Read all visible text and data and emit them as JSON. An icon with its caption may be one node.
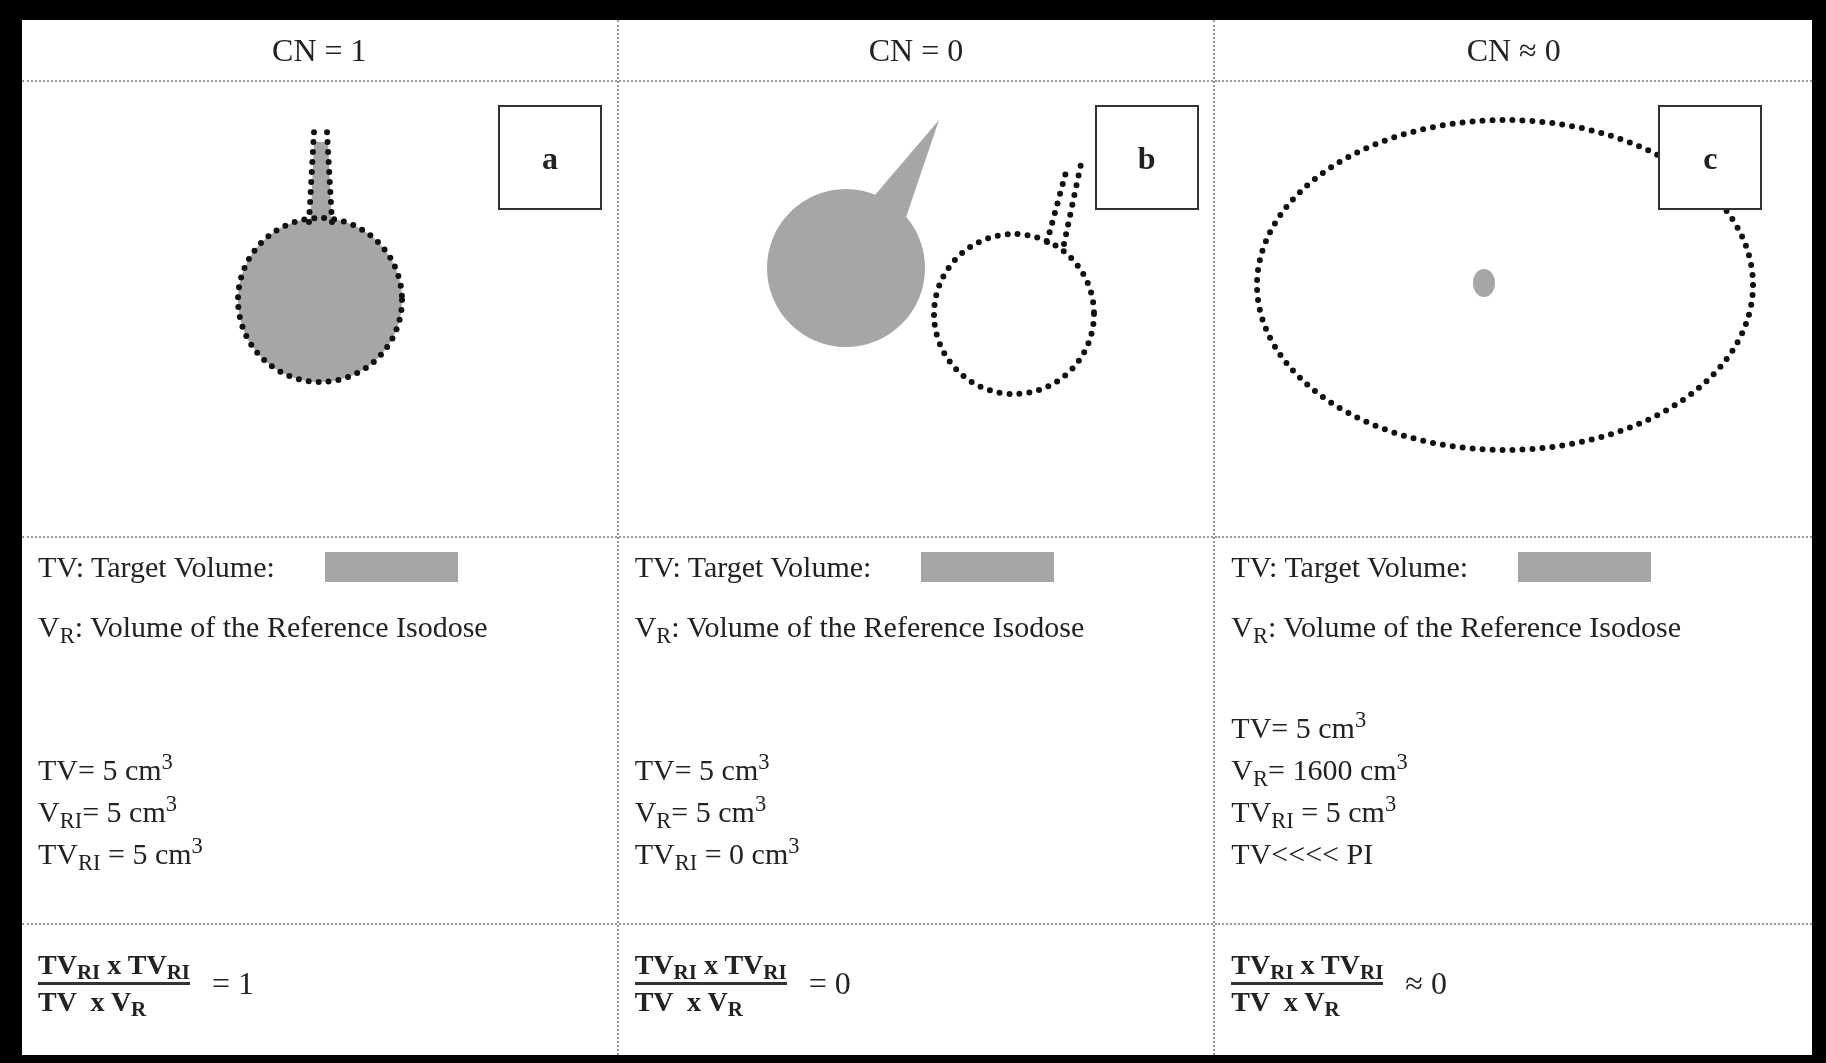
{
  "diagram": {
    "nodes": [
      {
        "text": [
          "a"
        ]
      },
      {
        "text": [
          "b"
        ]
      },
      {
        "text": [
          "c"
        ]
      }
    ],
    "labels": [
      "CN = 1",
      "CN = 0",
      "CN ≈ 0",
      "V$_{R}$: Volume of the Reference Isodose",
      "TV= 5 cm$^{3}$",
      "V$_{RI}$= 5 cm$^{3}$",
      "TV$_{RI}$ = 5 cm$^{3}$",
      "TV$_{RI}$ x TV$_{RI}$",
      "TV  x V$_{R}$",
      "= 1",
      "V$_{R}$: Volume of the Reference Isodose",
      "TV= 5 cm$^{3}$",
      "V$_{R}$= 5 cm$^{3}$",
      "TV$_{RI}$ = 0 cm$^{3}$",
      "TV$_{RI}$ x TV$_{RI}$",
      "TV  x V$_{R}$",
      "= 0",
      "V$_{R}$: Volume of the Reference Isodose",
      "TV= 5 cm$^{3}$",
      "V$_{R}$= 1600 cm$^{3}$",
      "TV$_{RI}$ = 5 cm$^{3}$",
      "TV<<<< PI",
      "TV$_{RI}$ x TV$_{RI}$",
      "TV  x V$_{R}$",
      "≈ 0"
    ],
    "legend": [
      {
        "text": "TV: Target Volume:",
        "color": "#a6a6a6"
      },
      {
        "text": "TV: Target Volume:",
        "color": "#a6a6a6"
      },
      {
        "text": "TV: Target Volume:",
        "color": "#a6a6a6"
      }
    ]
  }
}
